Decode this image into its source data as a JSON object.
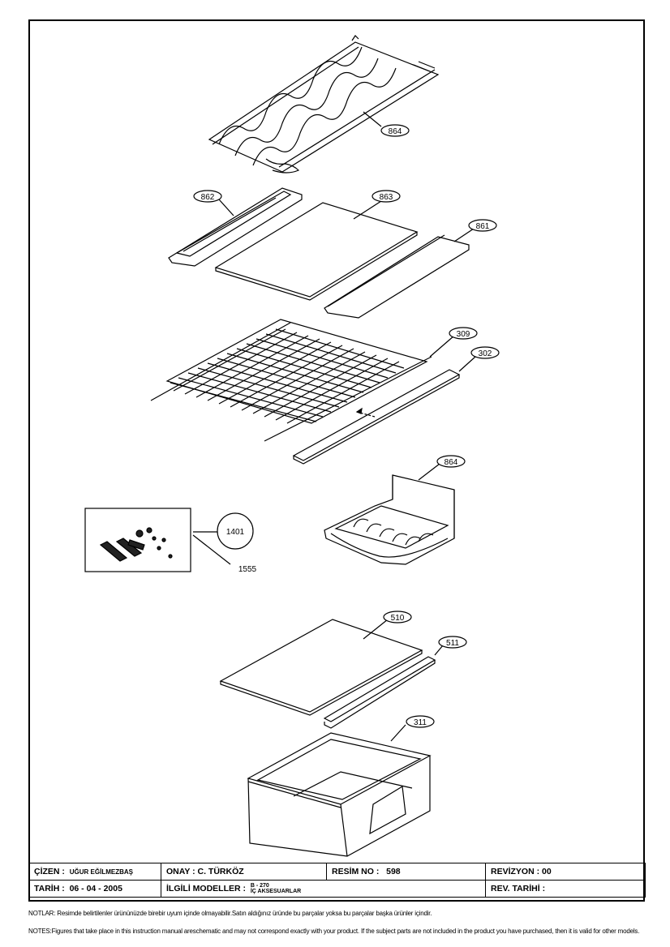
{
  "callouts": {
    "c864a": "864",
    "c862": "862",
    "c863": "863",
    "c861": "861",
    "c309": "309",
    "c302": "302",
    "c864b": "864",
    "c1401": "1401",
    "c1555": "1555",
    "c510": "510",
    "c511": "511",
    "c311": "311"
  },
  "title_block": {
    "cizen_label": "ÇİZEN :",
    "cizen_value": "UĞUR EĞİLMEZBAŞ",
    "onay": "ONAY : C. TÜRKÖZ",
    "resim_label": "RESİM NO :",
    "resim_value": "598",
    "revizyon": "REVİZYON :   00",
    "tarih_label": "TARİH :",
    "tarih_value": "06 - 04 - 2005",
    "ilgili_label": "İLGİLİ MODELLER :",
    "model_line1": "B - 270",
    "model_line2": "İÇ AKSESUARLAR",
    "rev_tarihi": "REV. TARİHİ :"
  },
  "notes": {
    "tr": "NOTLAR: Resimde belirtilenler ürününüzde birebir uyum içinde olmayabilir.Satın aldığınız üründe bu parçalar yoksa bu parçalar başka ürünler içindir.",
    "en": "NOTES:Figures that take place in this instruction manual areschematic and may not correspond exactly with your product. If the subject parts are not included in the product you have purchased, then it is valid for other models."
  }
}
